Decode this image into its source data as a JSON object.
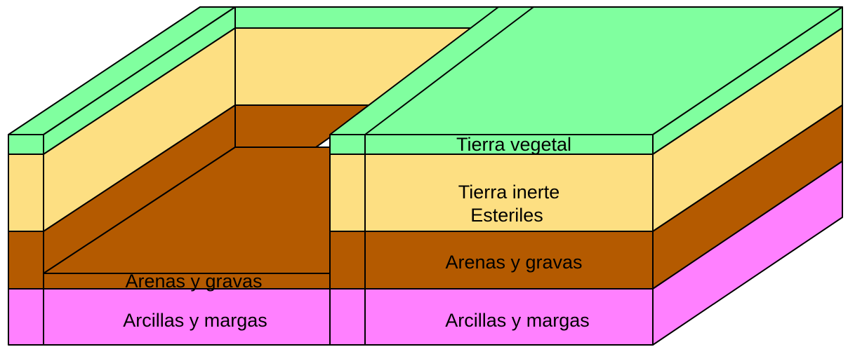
{
  "colors": {
    "tierra_vegetal": "#80ff9f",
    "tierra_inerte": "#fddf82",
    "arenas_gravas": "#b45a00",
    "arcillas_margas": "#ff80ff",
    "outline": "#000000"
  },
  "labels": {
    "tierra_vegetal": "Tierra vegetal",
    "tierra_inerte_line1": "Tierra inerte",
    "tierra_inerte_line2": "Esteriles",
    "arenas_gravas_right": "Arenas y gravas",
    "arenas_gravas_trench": "Arenas y gravas",
    "arcillas_left": "Arcillas y margas",
    "arcillas_right": "Arcillas y margas"
  }
}
